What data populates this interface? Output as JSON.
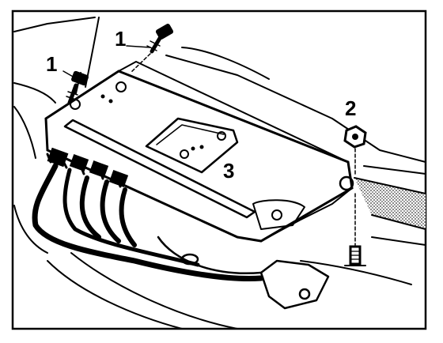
{
  "callouts": {
    "bolt_left": "1",
    "bolt_right": "1",
    "nut": "2",
    "bracket": "3"
  },
  "colors": {
    "ink": "#000000",
    "paper": "#ffffff",
    "shade": "#888888"
  },
  "icons": {
    "bolt": "hex-bolt-icon",
    "nut": "hex-nut-icon",
    "stud": "threaded-stud-icon"
  }
}
